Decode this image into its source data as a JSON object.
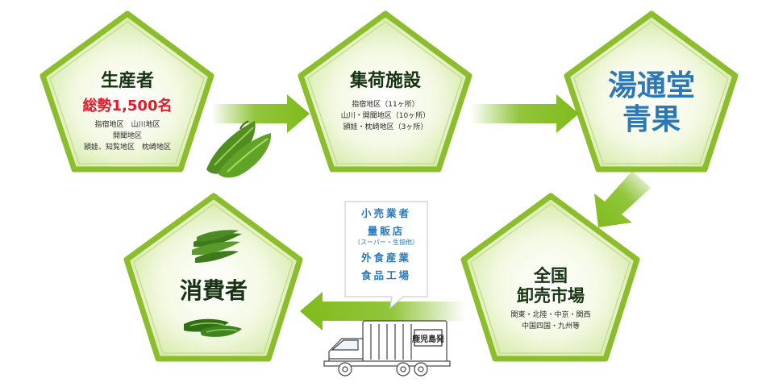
{
  "producers": {
    "title": "生産者",
    "count": "総勢1,500名",
    "areas": [
      "指宿地区　山川地区",
      "開聞地区",
      "頴娃、知覧地区　枕崎地区"
    ]
  },
  "collection": {
    "title": "集荷施設",
    "areas": [
      "指宿地区（11ヶ所）",
      "山川・開聞地区（10ヶ所）",
      "頴娃・枕崎地区（3ヶ所）"
    ]
  },
  "company": {
    "title_line1": "湯通堂",
    "title_line2": "青果"
  },
  "wholesale": {
    "title_line1": "全国",
    "title_line2": "卸売市場",
    "areas": [
      "関東・北陸・中京・関西",
      "中国四国・九州等"
    ]
  },
  "retail": {
    "items": [
      "小売業者",
      "量販店",
      "外食産業",
      "食品工場"
    ],
    "note": "（スーパー・生協他）"
  },
  "consumers": {
    "title": "消費者"
  },
  "truck": {
    "sign": "鹿児島発"
  },
  "colors": {
    "green_frame": "#8cbd2c",
    "green_arrow": "#7fbb1a",
    "title_dark": "#173313",
    "accent_red": "#e21a2c",
    "accent_blue": "#2a78b8"
  }
}
